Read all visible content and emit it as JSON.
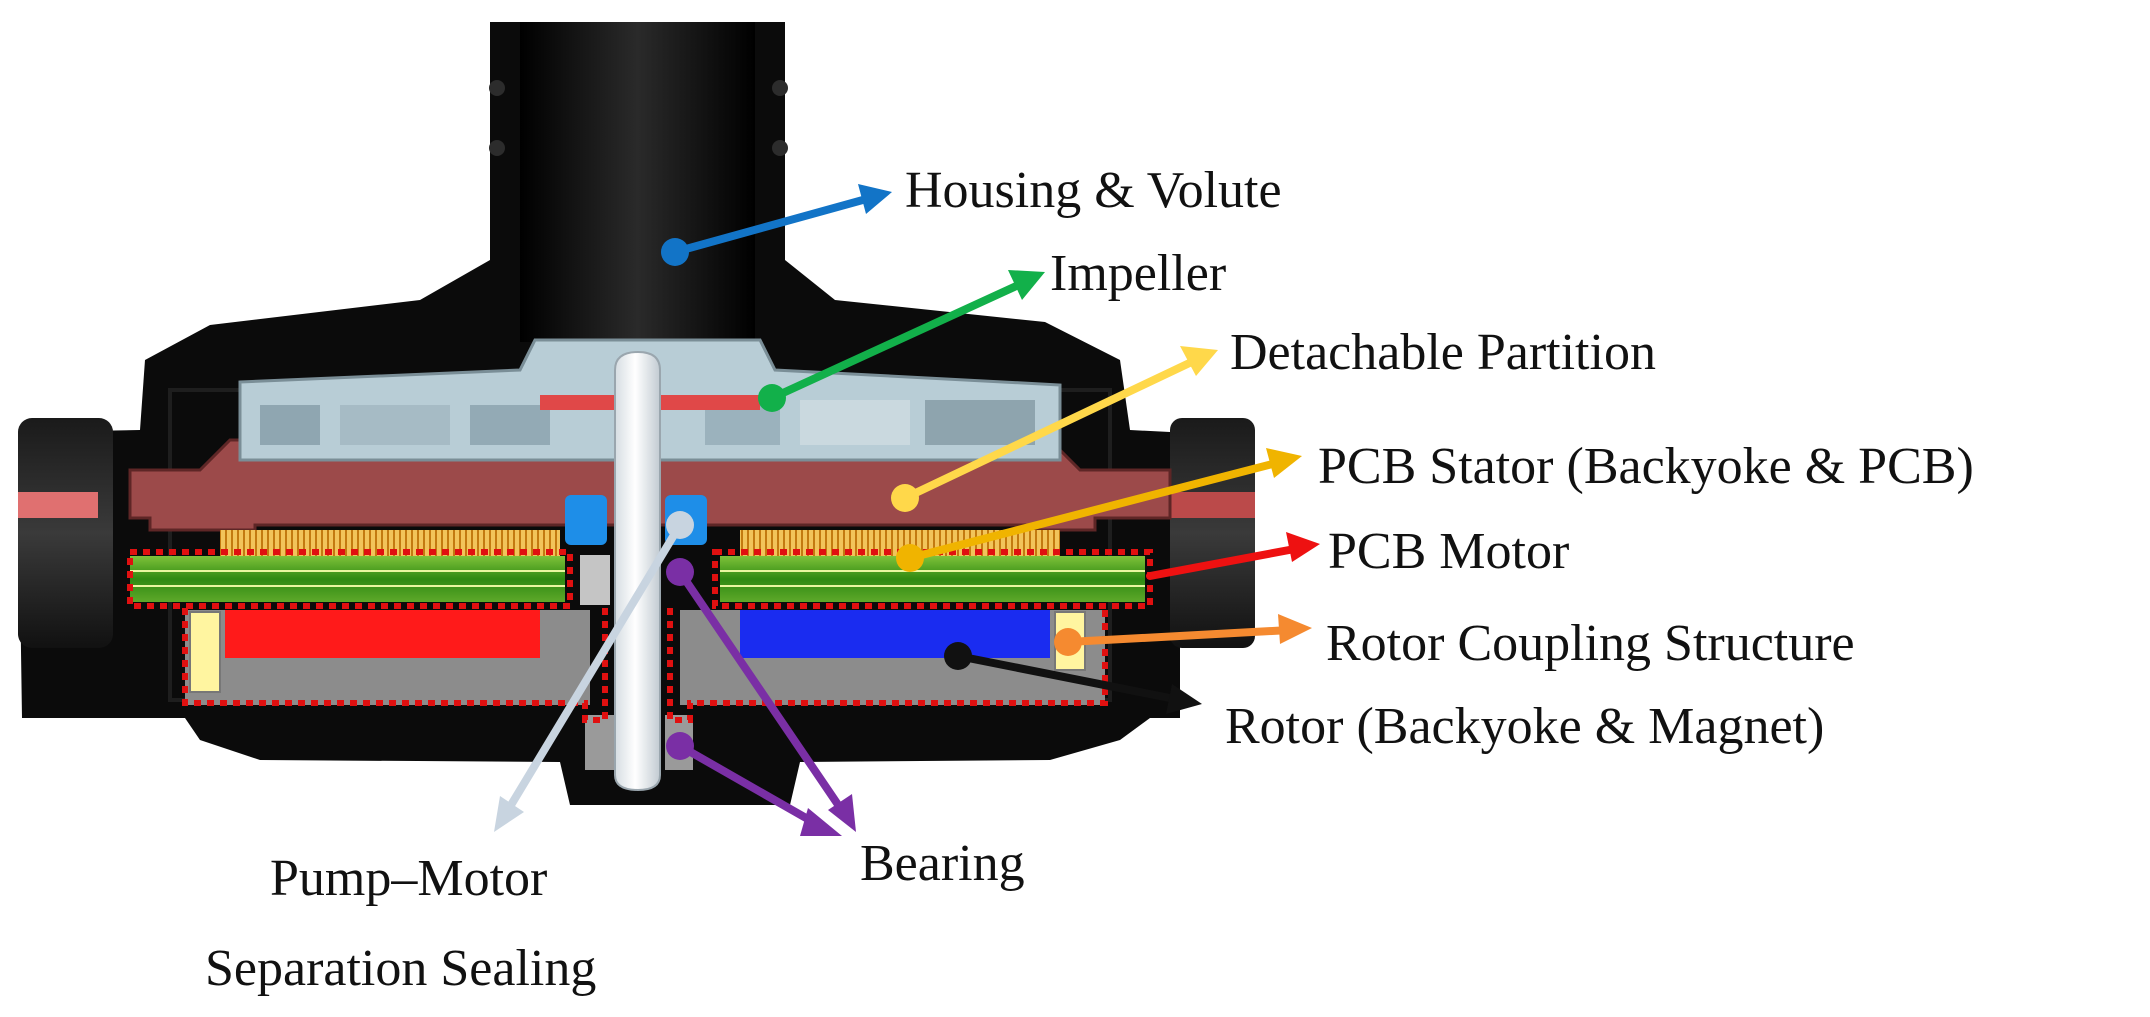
{
  "labels": {
    "housing": "Housing & Volute",
    "impeller": "Impeller",
    "partition": "Detachable Partition",
    "pcb_stator": "PCB Stator (Backyoke & PCB)",
    "pcb_motor": "PCB Motor",
    "coupling": "Rotor Coupling Structure",
    "rotor": "Rotor (Backyoke & Magnet)",
    "sealing_line1": "Pump–Motor",
    "sealing_line2": "Separation Sealing",
    "bearing": "Bearing"
  },
  "colors": {
    "housing": "#0a0a0a",
    "impeller": "#b8cdd6",
    "partition": "#9c4a4a",
    "pcb": "#3e9a1a",
    "pcb_trace": "#e0a23a",
    "rotor_magnet_left": "#ff1a1a",
    "rotor_magnet_right": "#1a2cf0",
    "backyoke": "#8c8c8c",
    "coupling": "#fff5a0",
    "bearing": "#8a8a8a",
    "seal": "#1e8ee8",
    "dotted_outline": "#e01010",
    "arrow_housing": "#1274c7",
    "arrow_impeller": "#12b04a",
    "arrow_partition": "#ffd84a",
    "arrow_stator": "#f0b400",
    "arrow_motor": "#ee1111",
    "arrow_coupling": "#f58a30",
    "arrow_rotor": "#111111",
    "arrow_sealing": "#c8d4e0",
    "arrow_bearing": "#7a2fa5"
  }
}
